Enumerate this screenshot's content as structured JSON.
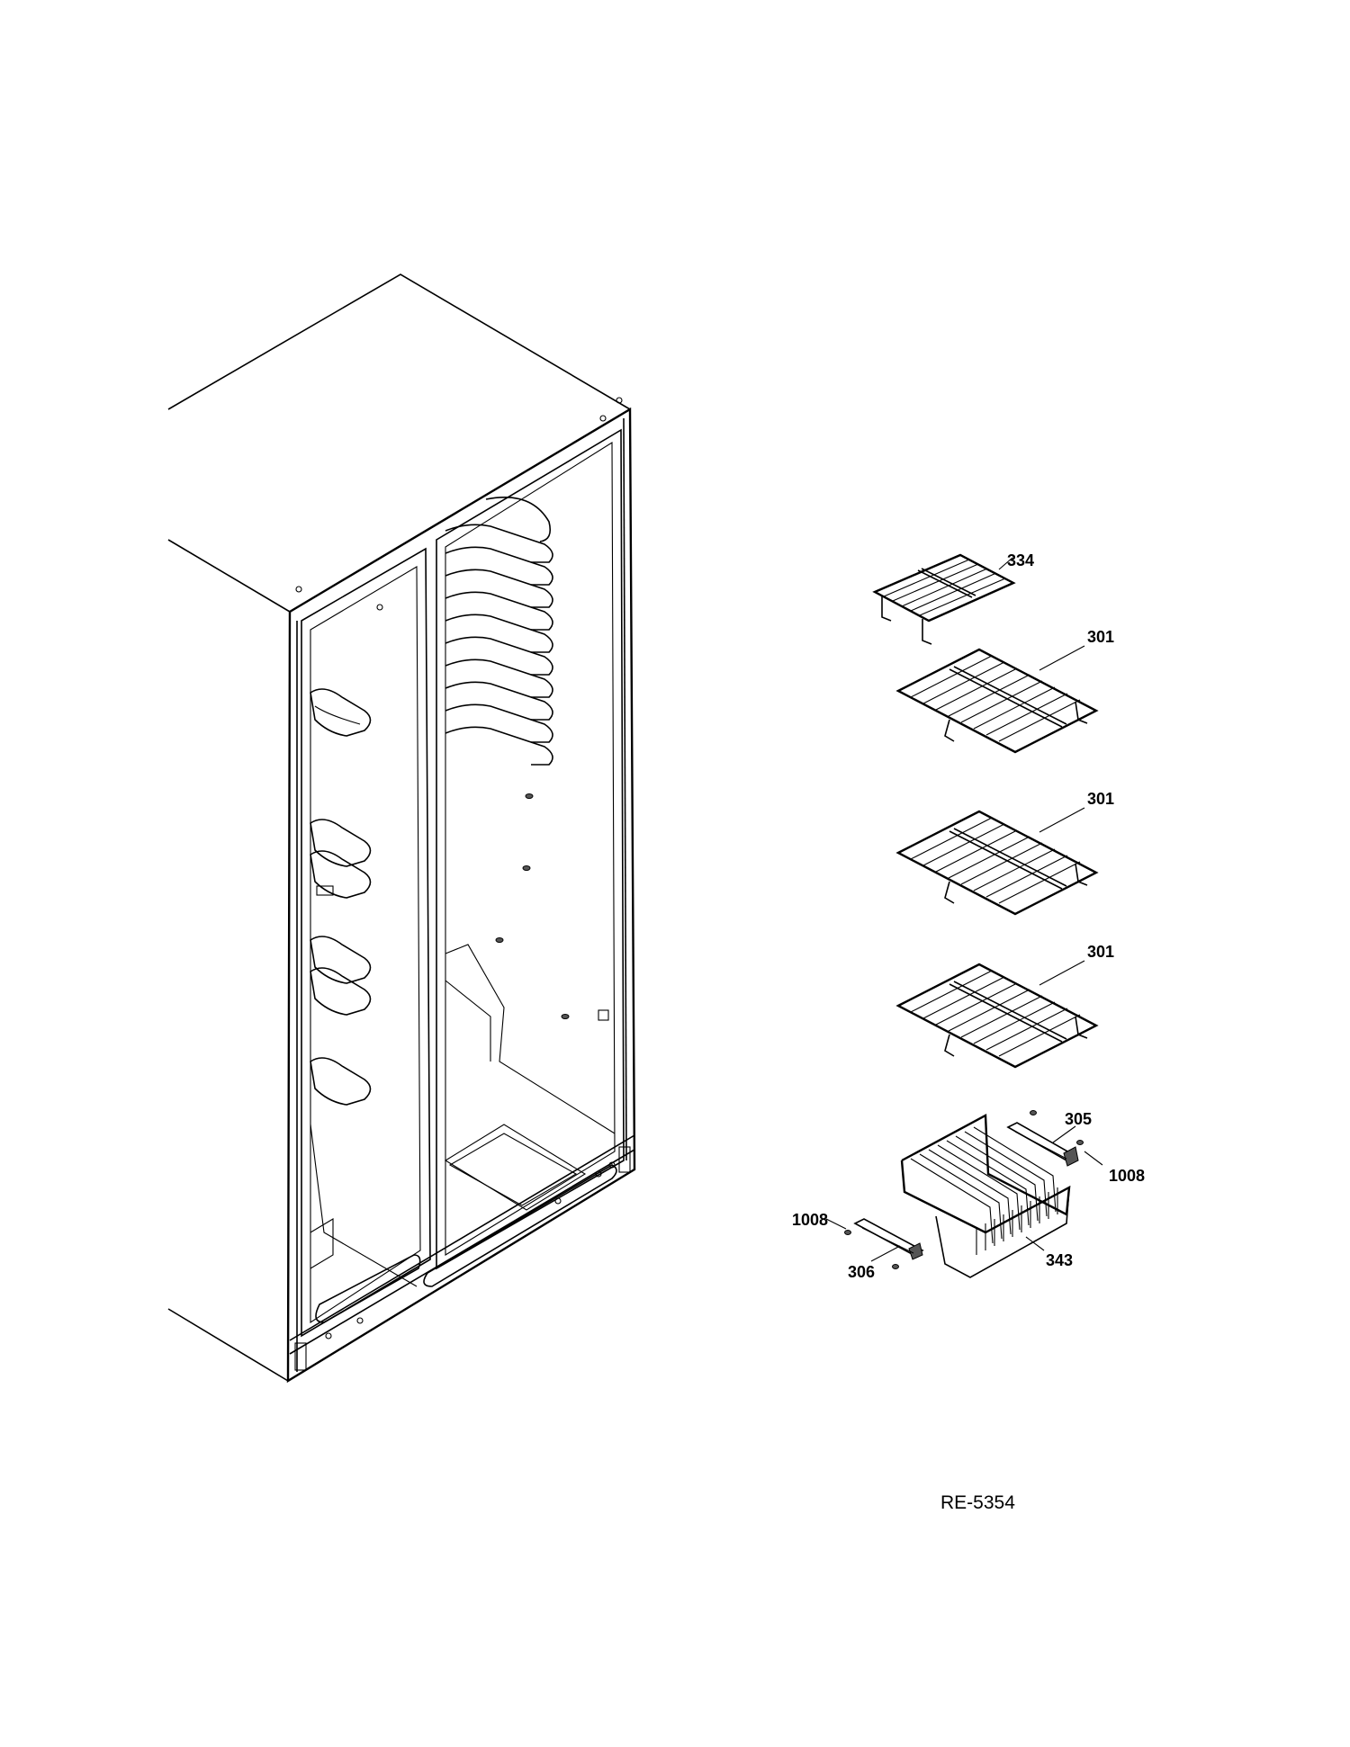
{
  "diagram": {
    "document_id": "RE-5354",
    "callouts": [
      {
        "id": "c334",
        "label": "334"
      },
      {
        "id": "c301a",
        "label": "301"
      },
      {
        "id": "c301b",
        "label": "301"
      },
      {
        "id": "c301c",
        "label": "301"
      },
      {
        "id": "c305",
        "label": "305"
      },
      {
        "id": "c1008a",
        "label": "1008"
      },
      {
        "id": "c1008b",
        "label": "1008"
      },
      {
        "id": "c306",
        "label": "306"
      },
      {
        "id": "c343",
        "label": "343"
      }
    ]
  }
}
